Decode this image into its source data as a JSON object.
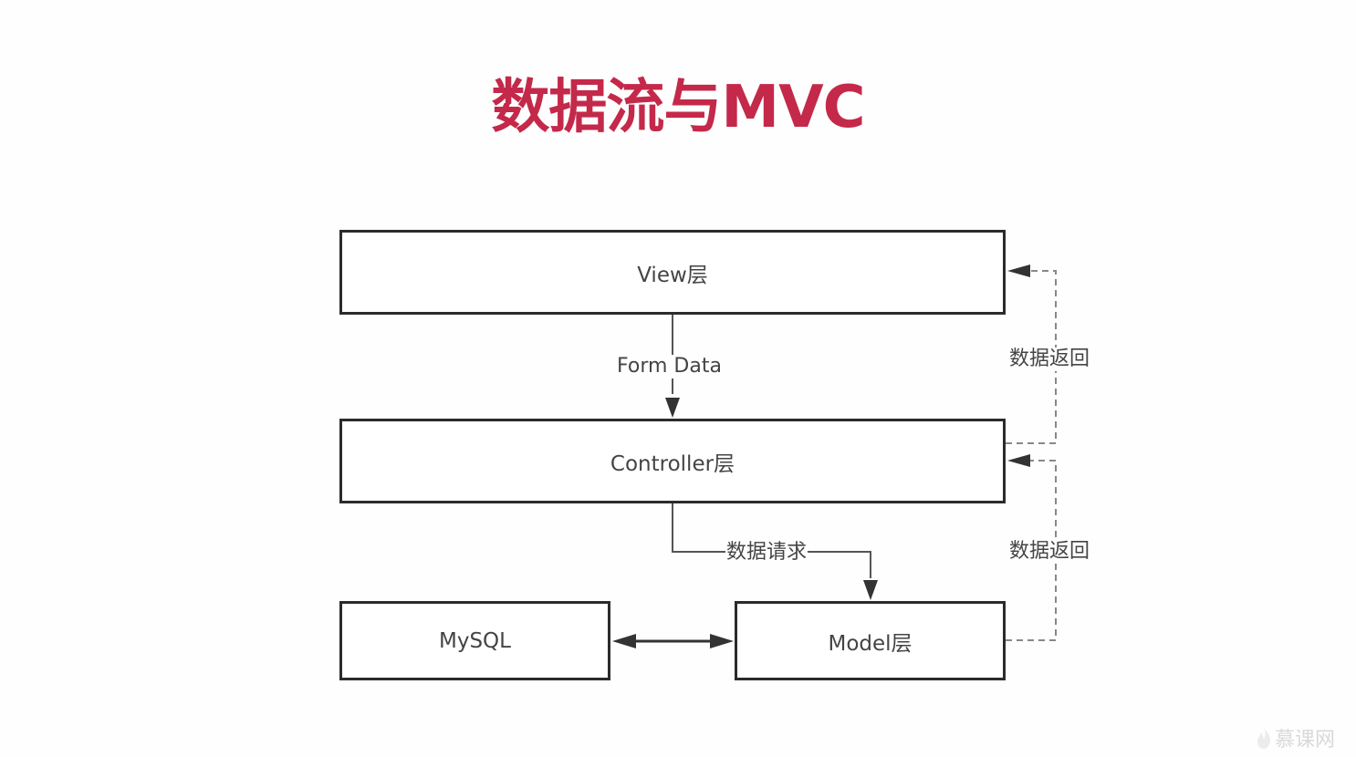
{
  "title": {
    "text": "数据流与MVC",
    "color": "#c4294a"
  },
  "nodes": {
    "view": "View层",
    "controller": "Controller层",
    "mysql": "MySQL",
    "model": "Model层"
  },
  "edges": {
    "form_data": "Form Data",
    "data_request": "数据请求",
    "data_return_view": "数据返回",
    "data_return_controller": "数据返回"
  },
  "watermark": {
    "text": "慕课网",
    "icon": "flame-icon"
  }
}
